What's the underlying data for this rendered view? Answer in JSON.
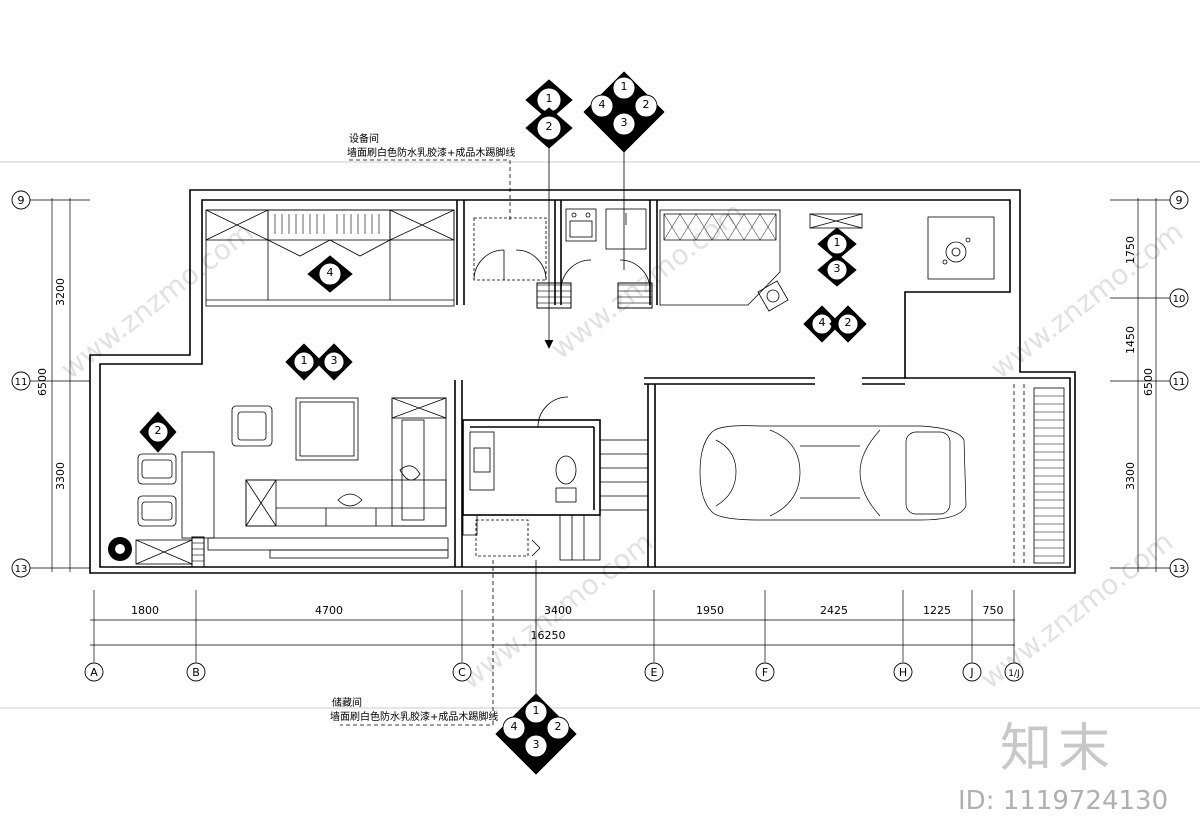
{
  "room_notes": {
    "equipment": {
      "title": "设备间",
      "finish": "墙面刷白色防水乳胶漆+成品木踢脚线"
    },
    "storage": {
      "title": "储藏间",
      "finish": "墙面刷白色防水乳胶漆+成品木踢脚线"
    }
  },
  "horizontal_axes": [
    "A",
    "B",
    "C",
    "E",
    "F",
    "H",
    "J",
    "1/J"
  ],
  "horizontal_dimensions": [
    "1800",
    "4700",
    "3400",
    "1950",
    "2425",
    "1225",
    "750"
  ],
  "horizontal_total": "16250",
  "left_axes": [
    "9",
    "11",
    "13"
  ],
  "left_dimensions": [
    "3200",
    "3300"
  ],
  "left_total": "6500",
  "right_axes": [
    "9",
    "10",
    "11",
    "13"
  ],
  "right_dimensions": [
    "1750",
    "1450",
    "3300"
  ],
  "right_total": "6500",
  "elevation_marks": {
    "top_single_1": "1",
    "top_single_2": "2",
    "quad_top": [
      "1",
      "2",
      "3",
      "4"
    ],
    "living_4": "4",
    "living_pair": [
      "1",
      "3"
    ],
    "dining_2": "2",
    "kitchen_1": "1",
    "kitchen_3": "3",
    "kitchen_pair": [
      "4",
      "2"
    ],
    "quad_bottom": [
      "1",
      "2",
      "3",
      "4"
    ]
  },
  "watermark": {
    "brand": "知末",
    "id": "ID: 1119724130",
    "site": "www.znzmo.com"
  }
}
